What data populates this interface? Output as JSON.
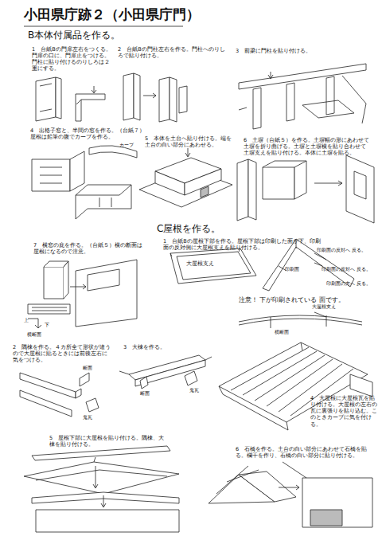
{
  "diagram": {
    "title": "小田県庁跡２（小田県庁門）",
    "labels": [
      "B本体付属品を作る。",
      "1　台紙Bの門扉左右をつくる。門扉の口に、門扉止をつける。門柱に貼り付けるのりしろは２重にする。",
      "2　台紙Bの門柱左右を作る。門柱へのりしろで貼り付ける。",
      "3　前梁に門柱を貼り付ける。",
      "4　出格子窓と、半間の窓を作る。（台紙７）屋根は鉛筆の腹でカーブを作る。",
      "カーブ",
      "5　本体を土台へ貼り付ける。端を土台の白い部分にあわせる。",
      "6　土塀（台紙５）を作る。土塀幅の形にあわせて土塀を折り曲げる。土塀と土塀横を貼り合わせて土塀支えを貼り付ける。本体に土塀を貼る。",
      "C屋根を作る。",
      "7　横窓の庇を作る。（台紙５）横の断面は屋根になるので注意。",
      "1　台紙Bの屋根下部を作る。屋根下部は印刷した面が下、印刷面の反対側に大屋根支えを貼り付ける。",
      "大屋根支え",
      "印刷面の反対へ 反る。",
      "印刷面",
      "印刷面の反対へ 反る。",
      "印刷面の方へ 反る。",
      "上",
      "下",
      "横断面",
      "注意！ 下が印刷されている 面です。",
      "大屋根支え",
      "横断面",
      "2　隅棟を作る。４カ所全て形状が違うので大屋根に貼るときには前後左右に気をつける。",
      "断面",
      "鬼瓦",
      "3　大棟を作る。",
      "断面",
      "鬼瓦",
      "4　大屋根に大屋根瓦を貼り付ける。大屋根の左右の瓦に裏張りを貼り込む。このときカーブに気を付ける。",
      "5　屋根下部に大屋根を貼り付ける。隅棟、大棟を貼り付ける。",
      "6　石橋を作る。土台の白い部分にあわせて石橋を貼る。欄干を作り、石橋の白い部分に貼り付ける。"
    ]
  }
}
